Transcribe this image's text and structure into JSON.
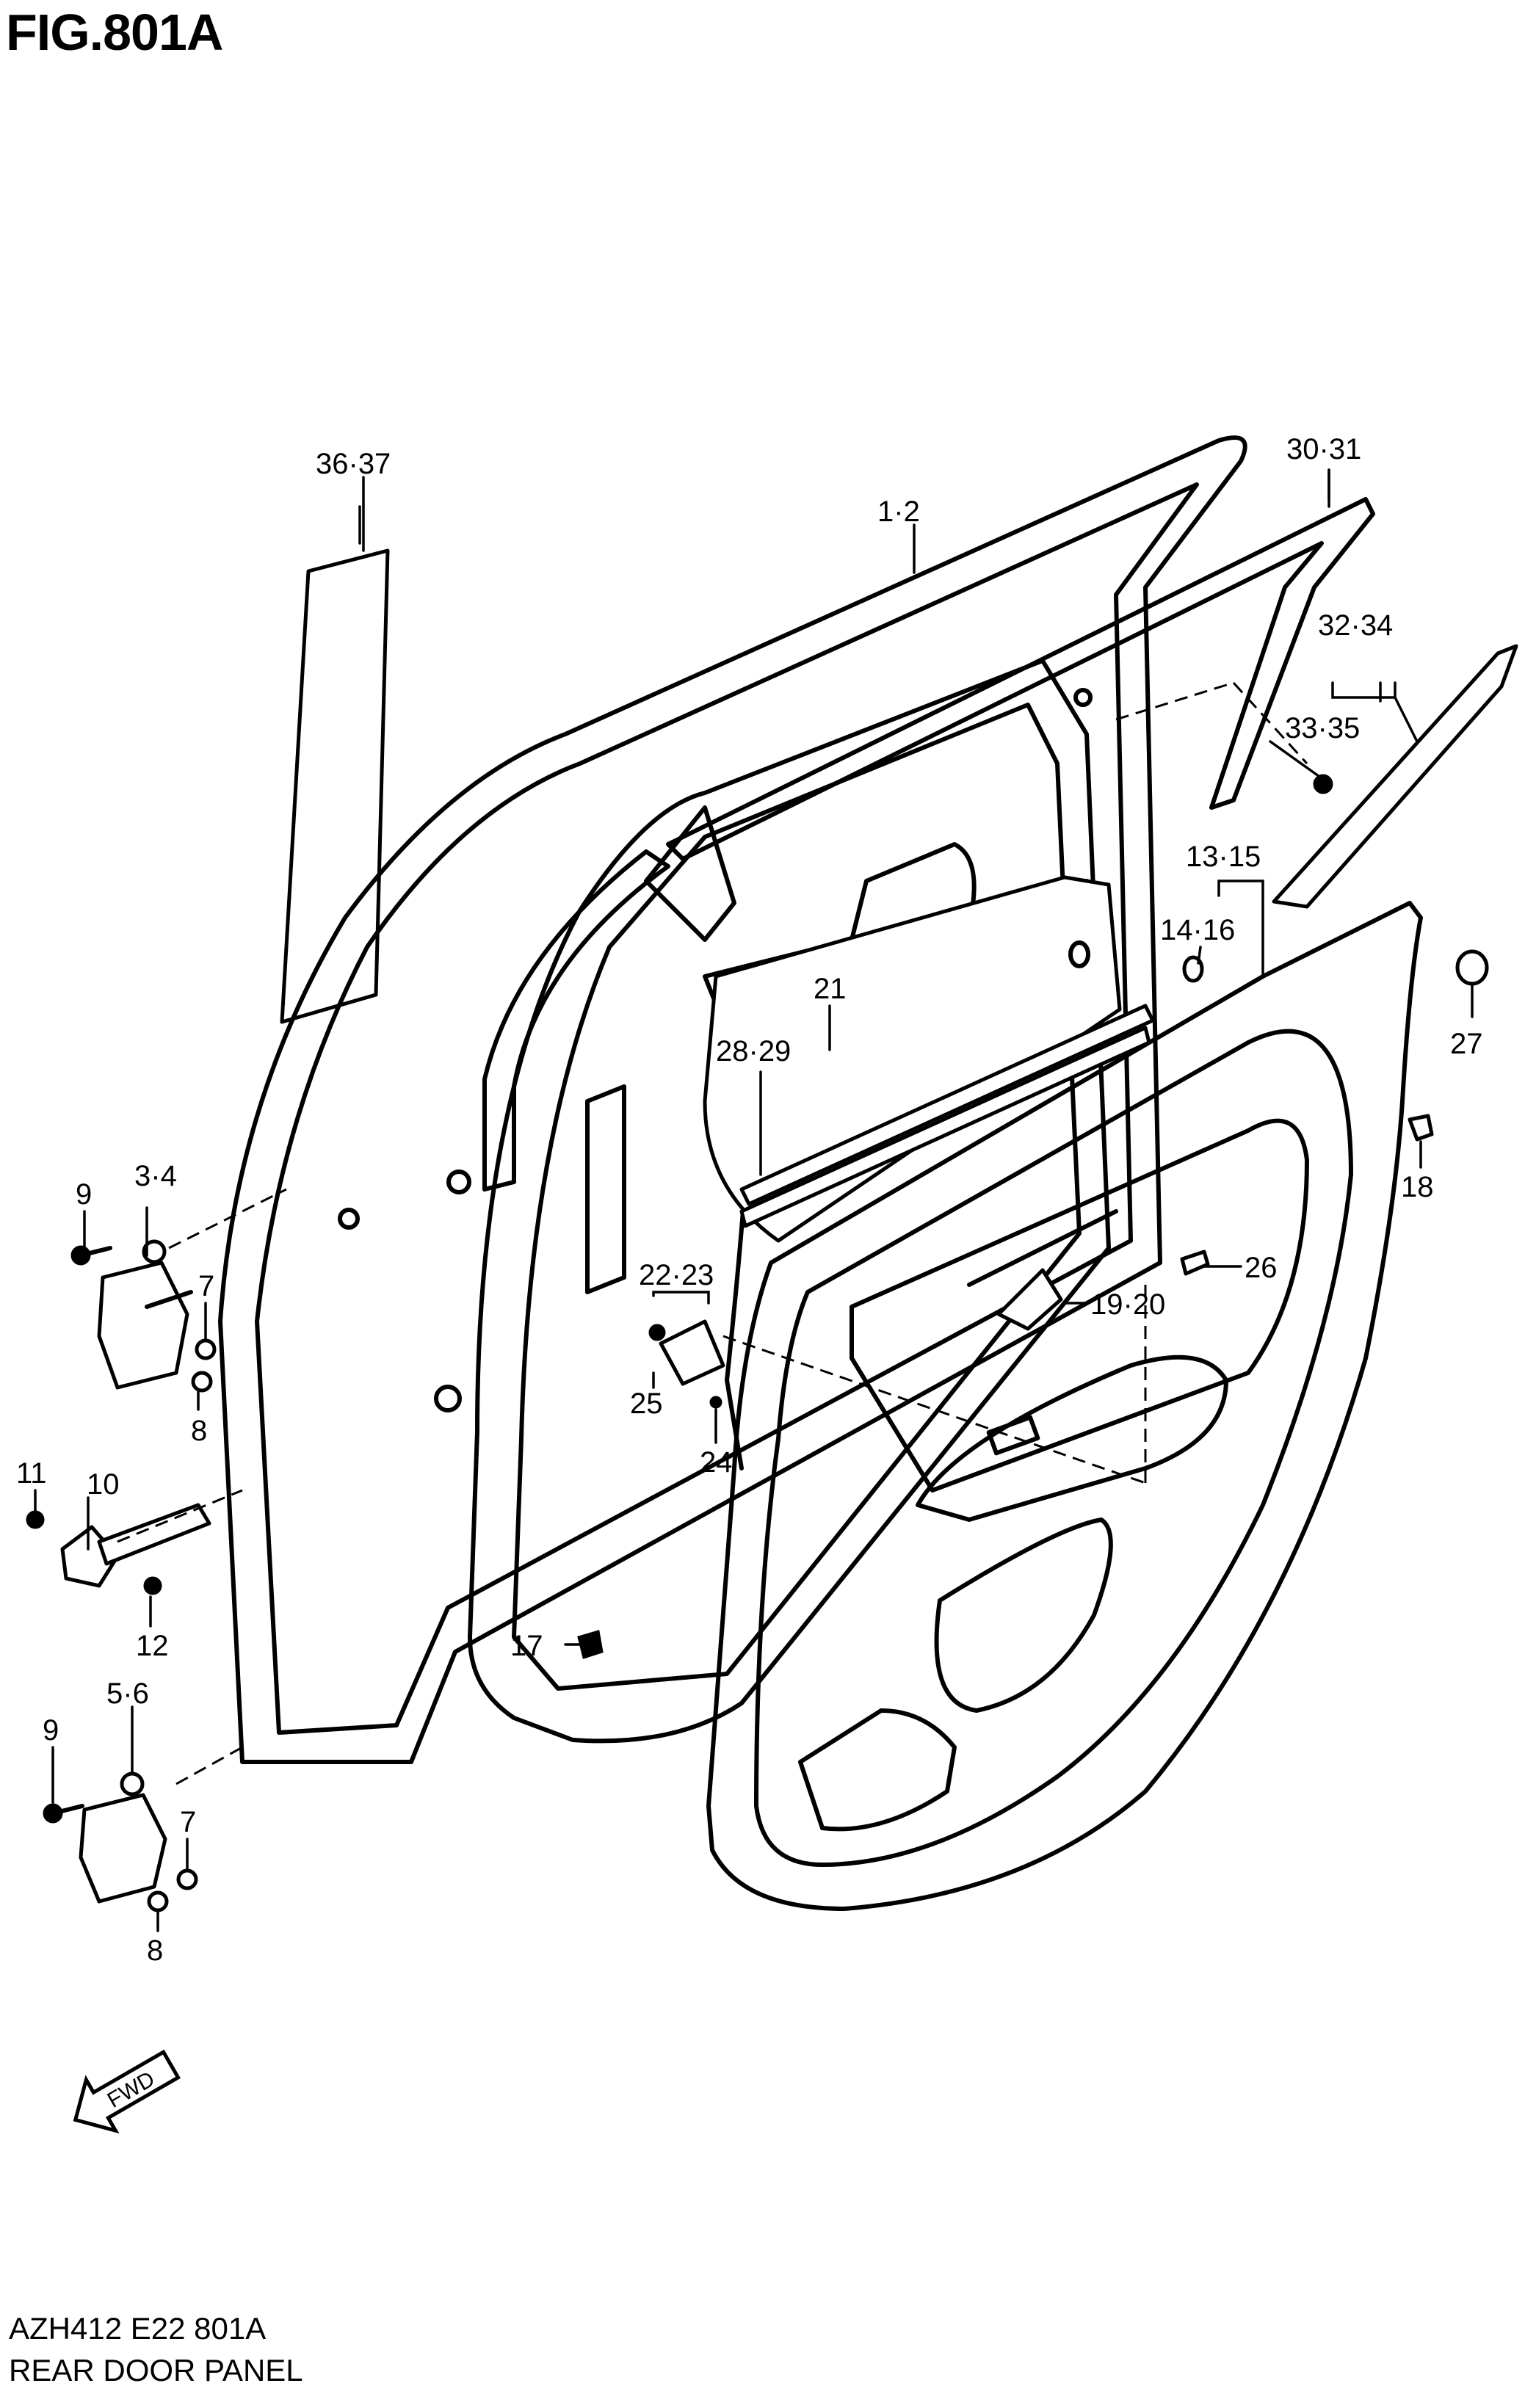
{
  "figure": {
    "title": "FIG.801A",
    "code": "AZH412 E22 801A",
    "name": "REAR DOOR PANEL",
    "direction_label": "FWD"
  },
  "callouts": {
    "c1_2": "1·2",
    "c3_4": "3·4",
    "c5_6": "5·6",
    "c7a": "7",
    "c7b": "7",
    "c8a": "8",
    "c8b": "8",
    "c9a": "9",
    "c9b": "9",
    "c10": "10",
    "c11": "11",
    "c12": "12",
    "c13_15": "13·15",
    "c14_16": "14·16",
    "c17": "17",
    "c18": "18",
    "c19_20": "19·20",
    "c21": "21",
    "c22_23": "22·23",
    "c24": "24",
    "c25": "25",
    "c26": "26",
    "c27": "27",
    "c28_29": "28·29",
    "c30_31": "30·31",
    "c32_34": "32·34",
    "c33_35": "33·35",
    "c36_37": "36·37"
  }
}
